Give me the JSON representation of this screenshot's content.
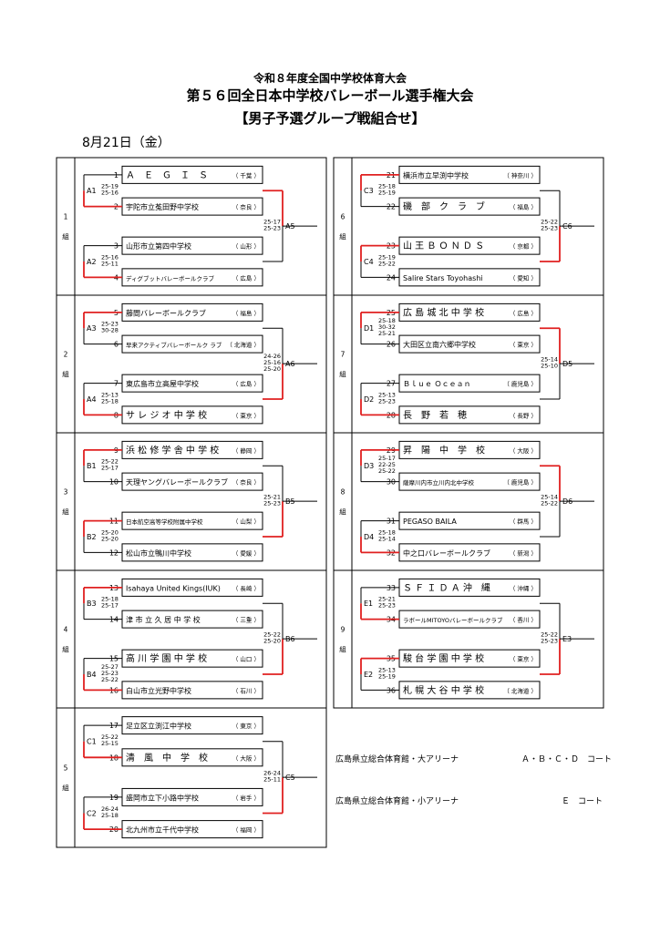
{
  "header": {
    "line1": "令和８年度全国中学校体育大会",
    "line2": "第５６回全日本中学校バレーボール選手権大会",
    "line3": "【男子予選グループ戦組合せ】",
    "date": "8月21日（金）"
  },
  "groups": [
    {
      "label": "1",
      "suffix": "組",
      "final": "A5",
      "final_scores": [
        "25-17",
        "25-23"
      ],
      "pairs": [
        {
          "match": "A1",
          "scores": [
            "25-19",
            "25-16"
          ],
          "winner": "bottom"
        },
        {
          "match": "A2",
          "scores": [
            "25-16",
            "25-11"
          ],
          "winner": "bottom"
        }
      ],
      "final_winner": "top",
      "teams": [
        {
          "no": "1",
          "name": "Ａ　Ｅ　Ｇ　Ｉ　Ｓ",
          "pref": "（ 千葉 ）",
          "size": "big"
        },
        {
          "no": "2",
          "name": "宇陀市立菟田野中学校",
          "pref": "（ 奈良 ）"
        },
        {
          "no": "3",
          "name": "山形市立第四中学校",
          "pref": "（ 山形 ）"
        },
        {
          "no": "4",
          "name": "ディグブットバレーボールクラブ",
          "pref": "（ 広島 ）",
          "size": "small"
        }
      ]
    },
    {
      "label": "2",
      "suffix": "組",
      "final": "A6",
      "final_scores": [
        "24-26",
        "25-16",
        "25-20"
      ],
      "pairs": [
        {
          "match": "A3",
          "scores": [
            "25-23",
            "30-28"
          ],
          "winner": "top"
        },
        {
          "match": "A4",
          "scores": [
            "25-13",
            "25-18"
          ],
          "winner": "bottom"
        }
      ],
      "final_winner": "bottom",
      "teams": [
        {
          "no": "5",
          "name": "藤間バレーボールクラブ",
          "pref": "（ 福島 ）"
        },
        {
          "no": "6",
          "name": "早来アクティブバレーボールク ラブ",
          "pref": "（ 北海道 ）",
          "size": "small"
        },
        {
          "no": "7",
          "name": "東広島市立高屋中学校",
          "pref": "（ 広島 ）"
        },
        {
          "no": "8",
          "name": "サ レ ジ オ 中 学 校",
          "pref": "（ 東京 ）",
          "size": "big"
        }
      ]
    },
    {
      "label": "3",
      "suffix": "組",
      "final": "B5",
      "final_scores": [
        "25-21",
        "25-23"
      ],
      "pairs": [
        {
          "match": "B1",
          "scores": [
            "25-22",
            "25-17"
          ],
          "winner": "top"
        },
        {
          "match": "B2",
          "scores": [
            "25-20",
            "25-20"
          ],
          "winner": "top"
        }
      ],
      "final_winner": "bottom",
      "teams": [
        {
          "no": "9",
          "name": "浜 松 修 学 舎 中 学 校",
          "pref": "（ 静岡 ）",
          "size": "big"
        },
        {
          "no": "10",
          "name": "天理ヤングバレーボールクラブ",
          "pref": "（ 奈良 ）"
        },
        {
          "no": "11",
          "name": "日本航空高等学校附属中学校",
          "pref": "（ 山梨 ）",
          "size": "small"
        },
        {
          "no": "12",
          "name": "松山市立鴨川中学校",
          "pref": "（ 愛媛 ）"
        }
      ]
    },
    {
      "label": "4",
      "suffix": "組",
      "final": "B6",
      "final_scores": [
        "25-22",
        "25-20"
      ],
      "pairs": [
        {
          "match": "B3",
          "scores": [
            "25-18",
            "25-17"
          ],
          "winner": "top"
        },
        {
          "match": "B4",
          "scores": [
            "25-27",
            "25-23",
            "25-22"
          ],
          "winner": "bottom"
        }
      ],
      "final_winner": "bottom",
      "teams": [
        {
          "no": "13",
          "name": "Isahaya United Kings(IUK)",
          "pref": "（ 長崎 ）"
        },
        {
          "no": "14",
          "name": "津 市 立 久 居 中 学 校",
          "pref": "（ 三重 ）"
        },
        {
          "no": "15",
          "name": "高 川 学 園 中 学 校",
          "pref": "（ 山口 ）",
          "size": "big"
        },
        {
          "no": "16",
          "name": "白山市立光野中学校",
          "pref": "（ 石川 ）"
        }
      ]
    },
    {
      "label": "5",
      "suffix": "組",
      "final": "C5",
      "final_scores": [
        "26-24",
        "25-11"
      ],
      "pairs": [
        {
          "match": "C1",
          "scores": [
            "25-22",
            "25-15"
          ],
          "winner": "bottom"
        },
        {
          "match": "C2",
          "scores": [
            "26-24",
            "25-18"
          ],
          "winner": "bottom"
        }
      ],
      "final_winner": "bottom",
      "teams": [
        {
          "no": "17",
          "name": "足立区立渕江中学校",
          "pref": "（ 東京 ）"
        },
        {
          "no": "18",
          "name": "清　風　中　学　校",
          "pref": "（ 大阪 ）",
          "size": "big"
        },
        {
          "no": "19",
          "name": "盛岡市立下小路中学校",
          "pref": "（ 岩手 ）"
        },
        {
          "no": "20",
          "name": "北九州市立千代中学校",
          "pref": "（ 福岡 ）"
        }
      ]
    },
    {
      "label": "6",
      "suffix": "組",
      "final": "C6",
      "final_scores": [
        "25-22",
        "25-23"
      ],
      "pairs": [
        {
          "match": "C3",
          "scores": [
            "25-18",
            "25-19"
          ],
          "winner": "top"
        },
        {
          "match": "C4",
          "scores": [
            "25-19",
            "25-22"
          ],
          "winner": "top"
        }
      ],
      "final_winner": "bottom",
      "teams": [
        {
          "no": "21",
          "name": "横浜市立早渕中学校",
          "pref": "（ 神奈川 ）"
        },
        {
          "no": "22",
          "name": "磯　部　ク　ラ　ブ",
          "pref": "（ 福島 ）",
          "size": "big"
        },
        {
          "no": "23",
          "name": "山 王 Ｂ Ｏ Ｎ Ｄ Ｓ",
          "pref": "（ 京都 ）",
          "size": "big"
        },
        {
          "no": "24",
          "name": "Salire Stars Toyohashi",
          "pref": "（ 愛知 ）"
        }
      ]
    },
    {
      "label": "7",
      "suffix": "組",
      "final": "D5",
      "final_scores": [
        "25-14",
        "25-10"
      ],
      "pairs": [
        {
          "match": "D1",
          "scores": [
            "25-18",
            "30-32",
            "25-21"
          ],
          "winner": "top"
        },
        {
          "match": "D2",
          "scores": [
            "25-13",
            "25-23"
          ],
          "winner": "bottom"
        }
      ],
      "final_winner": "top",
      "teams": [
        {
          "no": "25",
          "name": "広 島 城 北 中 学 校",
          "pref": "（ 広島 ）",
          "size": "big"
        },
        {
          "no": "26",
          "name": "大田区立南六郷中学校",
          "pref": "（ 東京 ）"
        },
        {
          "no": "27",
          "name": "Ｂｌｕｅ Ｏｃｅａｎ",
          "pref": "（ 鹿児島 ）"
        },
        {
          "no": "28",
          "name": "長　野　若　穂",
          "pref": "（ 長野 ）",
          "size": "big"
        }
      ]
    },
    {
      "label": "8",
      "suffix": "組",
      "final": "D6",
      "final_scores": [
        "25-14",
        "25-22"
      ],
      "pairs": [
        {
          "match": "D3",
          "scores": [
            "25-17",
            "22-25",
            "25-22"
          ],
          "winner": "top"
        },
        {
          "match": "D4",
          "scores": [
            "25-18",
            "25-14"
          ],
          "winner": "bottom"
        }
      ],
      "final_winner": "top",
      "teams": [
        {
          "no": "29",
          "name": "昇　陽　中　学　校",
          "pref": "（ 大阪 ）",
          "size": "big"
        },
        {
          "no": "30",
          "name": "薩摩川内市立川内北中学校",
          "pref": "（ 鹿児島 ）",
          "size": "small"
        },
        {
          "no": "31",
          "name": "PEGASO BAILA",
          "pref": "（ 群馬 ）"
        },
        {
          "no": "32",
          "name": "中之口バレーボールクラブ",
          "pref": "（ 新潟 ）"
        }
      ]
    },
    {
      "label": "9",
      "suffix": "組",
      "final": "E3",
      "final_scores": [
        "25-22",
        "25-23"
      ],
      "pairs": [
        {
          "match": "E1",
          "scores": [
            "25-21",
            "25-23"
          ],
          "winner": "bottom"
        },
        {
          "match": "E2",
          "scores": [
            "25-13",
            "25-19"
          ],
          "winner": "top"
        }
      ],
      "final_winner": "bottom",
      "teams": [
        {
          "no": "33",
          "name": "Ｓ Ｆ Ｉ Ｄ Ａ 沖　縄",
          "pref": "（ 沖縄 ）",
          "size": "big"
        },
        {
          "no": "34",
          "name": "ラボールMITOYOバレーボールクラブ",
          "pref": "（ 香川 ）",
          "size": "small"
        },
        {
          "no": "35",
          "name": "駿 台 学 園 中 学 校",
          "pref": "（ 東京 ）",
          "size": "big"
        },
        {
          "no": "36",
          "name": "札 幌 大 谷 中 学 校",
          "pref": "（ 北海道 ）",
          "size": "big"
        }
      ]
    }
  ],
  "venues": [
    {
      "name": "広島県立総合体育館・大アリーナ",
      "courts": "Ａ・Ｂ・Ｃ・Ｄ　コート"
    },
    {
      "name": "広島県立総合体育館・小アリーナ",
      "courts": "Ｅ　コート"
    }
  ],
  "colors": {
    "winner_line": "#e02020",
    "line": "#000000"
  }
}
